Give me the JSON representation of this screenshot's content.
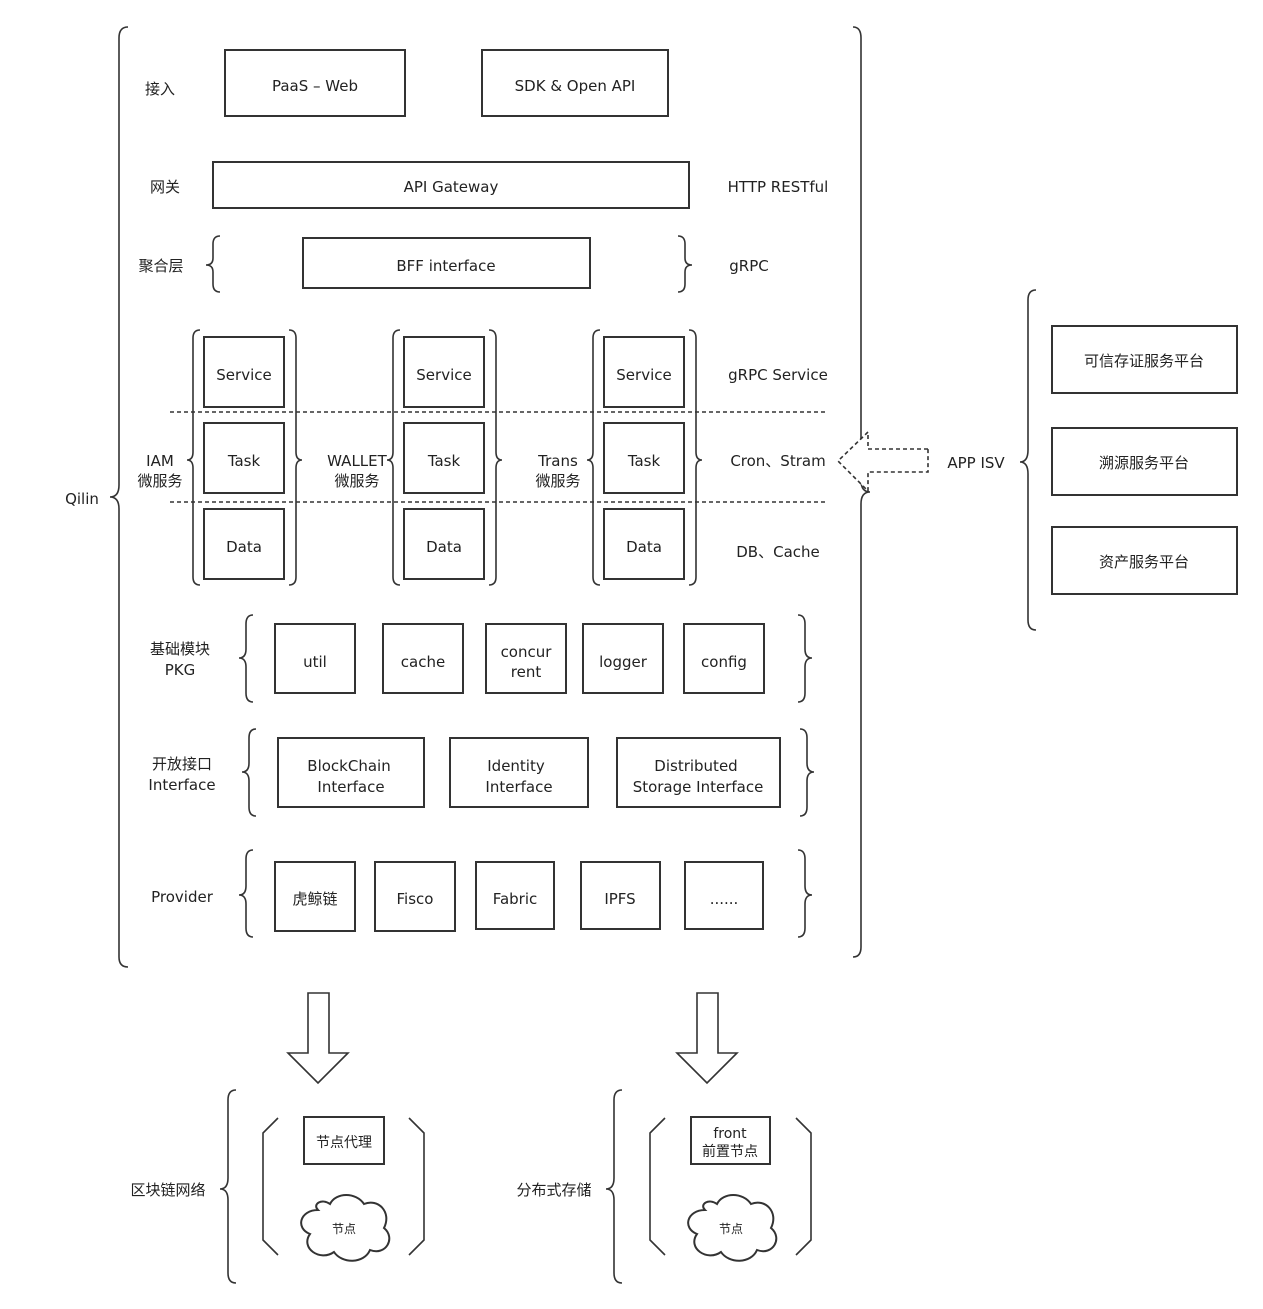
{
  "qilin": {
    "label": "Qilin"
  },
  "access": {
    "label": "接入",
    "paas_web": "PaaS – Web",
    "sdk_open_api": "SDK & Open API"
  },
  "gateway": {
    "label": "网关",
    "api_gateway": "API Gateway",
    "protocol": "HTTP RESTful"
  },
  "aggregation": {
    "label": "聚合层",
    "bff": "BFF interface",
    "protocol": "gRPC"
  },
  "microservices": {
    "services": [
      {
        "name_line1": "IAM",
        "name_line2": "微服务",
        "service": "Service",
        "task": "Task",
        "data": "Data"
      },
      {
        "name_line1": "WALLET",
        "name_line2": "微服务",
        "service": "Service",
        "task": "Task",
        "data": "Data"
      },
      {
        "name_line1": "Trans",
        "name_line2": "微服务",
        "service": "Service",
        "task": "Task",
        "data": "Data"
      }
    ],
    "service_layer_label": "gRPC Service",
    "task_layer_label": "Cron、Stram",
    "data_layer_label": "DB、Cache"
  },
  "pkg": {
    "label_line1": "基础模块",
    "label_line2": "PKG",
    "items": [
      {
        "line1": "util",
        "line2": ""
      },
      {
        "line1": "cache",
        "line2": ""
      },
      {
        "line1": "concur",
        "line2": "rent"
      },
      {
        "line1": "logger",
        "line2": ""
      },
      {
        "line1": "config",
        "line2": ""
      }
    ]
  },
  "interfaces": {
    "label_line1": "开放接口",
    "label_line2": "Interface",
    "items": [
      {
        "line1": "BlockChain",
        "line2": "Interface"
      },
      {
        "line1": "Identity",
        "line2": "Interface"
      },
      {
        "line1": "Distributed",
        "line2": "Storage Interface"
      }
    ]
  },
  "providers": {
    "label": "Provider",
    "items": [
      "虎鲸链",
      "Fisco",
      "Fabric",
      "IPFS",
      "......"
    ]
  },
  "app_isv": {
    "label": "APP ISV",
    "platforms": [
      "可信存证服务平台",
      "溯源服务平台",
      "资产服务平台"
    ]
  },
  "blockchain_network": {
    "label": "区块链网络",
    "proxy": "节点代理",
    "node": "节点"
  },
  "distributed_storage": {
    "label": "分布式存储",
    "front_line1": "front",
    "front_line2": "前置节点",
    "node": "节点"
  }
}
